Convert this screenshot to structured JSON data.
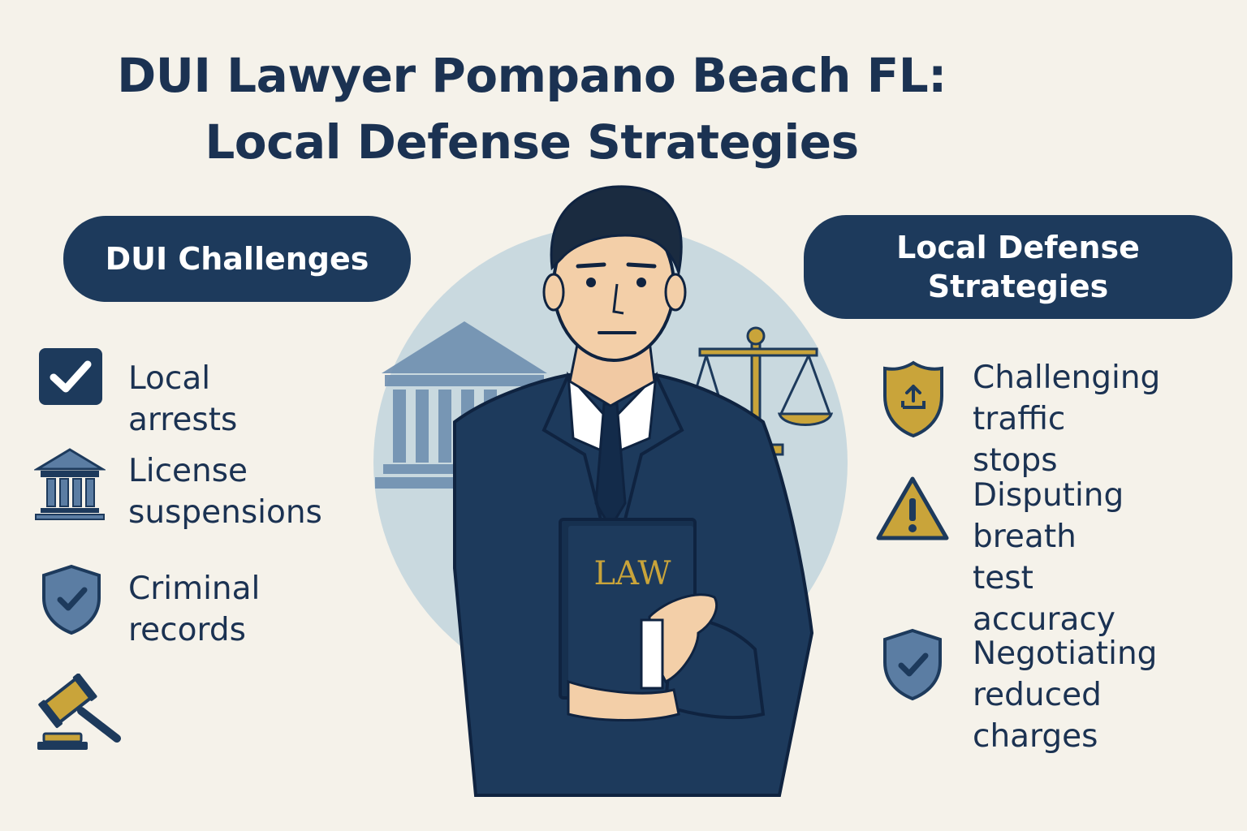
{
  "title": {
    "line1": "DUI Lawyer Pompano Beach FL:",
    "line2": "Local Defense Strategies"
  },
  "challenges": {
    "heading": "DUI Challenges",
    "items": [
      {
        "icon": "checkbox-icon",
        "label": "Local arrests"
      },
      {
        "icon": "courthouse-icon",
        "label": "License\nsuspensions"
      },
      {
        "icon": "shield-check-icon",
        "label": "Criminal\nrecords"
      },
      {
        "icon": "gavel-icon",
        "label": ""
      }
    ]
  },
  "strategies": {
    "heading": "Local Defense\nStrategies",
    "items": [
      {
        "icon": "police-badge-icon",
        "label": "Challenging\ntraffic stops"
      },
      {
        "icon": "warning-icon",
        "label": "Disputing\nbreath test\naccuracy"
      },
      {
        "icon": "shield-check-icon",
        "label": "Negotiating\nreduced\ncharges"
      }
    ]
  },
  "book": {
    "label": "LAW"
  },
  "colors": {
    "navy": "#1d3a5c",
    "background": "#f5f2ea",
    "gold": "#c9a43a",
    "steel_blue": "#5b7da3",
    "circle": "#c9d9df"
  }
}
